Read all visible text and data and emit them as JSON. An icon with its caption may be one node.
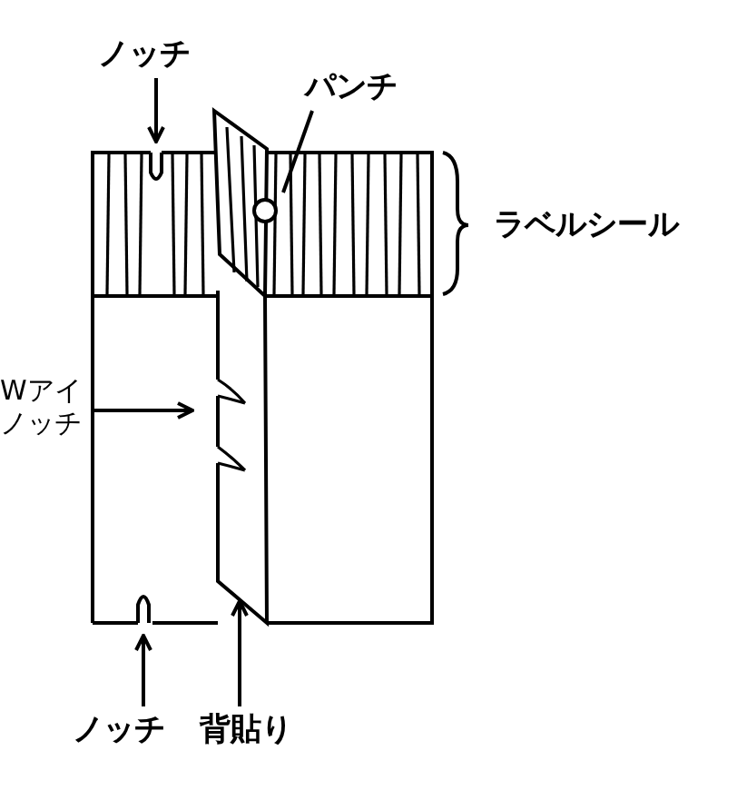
{
  "diagram": {
    "nodes": [
      {
        "text": [
          "ノッチ"
        ]
      },
      {
        "text": [
          "パンチ"
        ]
      },
      {
        "text": [
          "Wアイノッチ"
        ]
      },
      {
        "text": [
          "ノッチ"
        ]
      },
      {
        "text": [
          "背貼り"
        ]
      }
    ],
    "edges": [
      {
        "from": 0,
        "to": null,
        "arrow": "to"
      },
      {
        "from": 1,
        "to": null,
        "arrow": "none"
      },
      {
        "from": 2,
        "to": null,
        "arrow": "to"
      },
      {
        "from": 3,
        "to": null,
        "arrow": "to"
      },
      {
        "from": 4,
        "to": null,
        "arrow": "to"
      }
    ],
    "labels": [
      "ラベルシール"
    ]
  }
}
